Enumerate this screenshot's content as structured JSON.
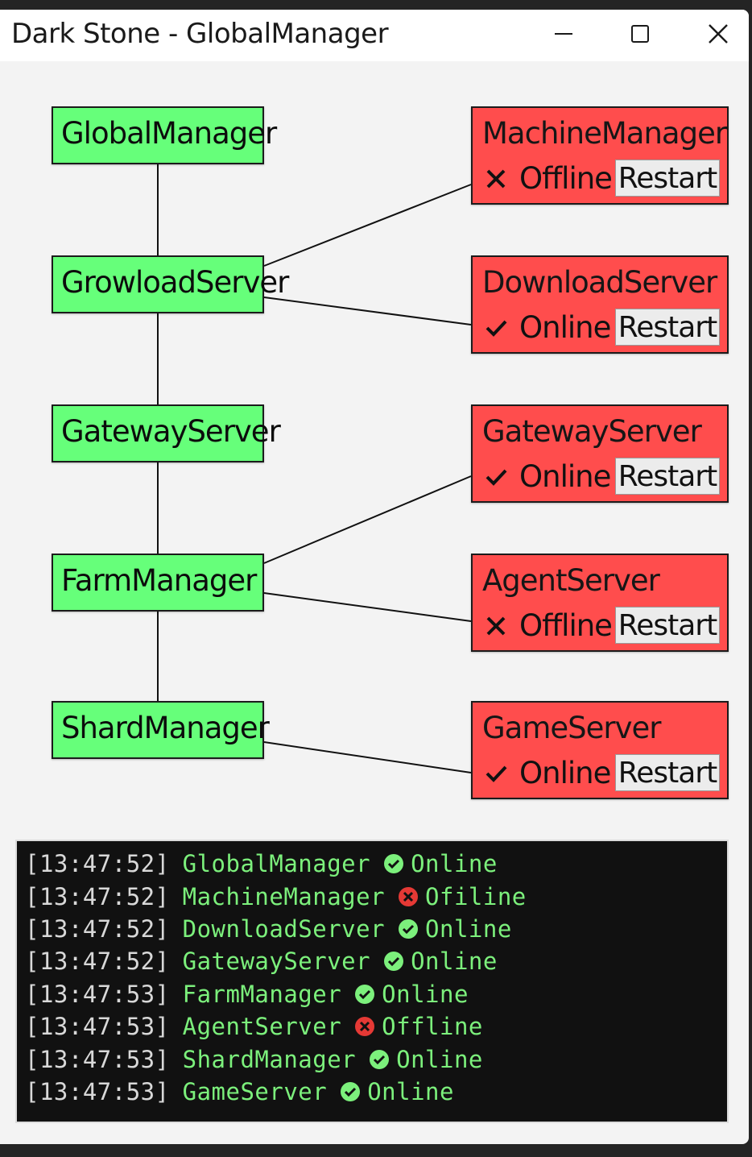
{
  "window": {
    "title": "Dark Stone - GlobalManager",
    "controls": [
      "minimize-icon",
      "maximize-icon",
      "close-icon"
    ]
  },
  "colors": {
    "left_node_bg": "#66ff7a",
    "right_node_bg": "#ff4d4d",
    "log_bg": "#111111",
    "log_text": "#7cf07c",
    "log_timestamp": "#d8d8d8",
    "online_icon": "#7cf07c",
    "offline_icon": "#e53935"
  },
  "left_nodes": [
    {
      "label": "GlobalManager"
    },
    {
      "label": "GrowloadServer"
    },
    {
      "label": "GatewayServer"
    },
    {
      "label": "FarmManager"
    },
    {
      "label": "ShardManager"
    }
  ],
  "right_nodes": [
    {
      "label": "MachineManager",
      "status": "Offline",
      "status_icon": "cross-icon",
      "restart_label": "Restart"
    },
    {
      "label": "DownloadServer",
      "status": "Online",
      "status_icon": "check-icon",
      "restart_label": "Restart"
    },
    {
      "label": "GatewayServer",
      "status": "Online",
      "status_icon": "check-icon",
      "restart_label": "Restart"
    },
    {
      "label": "AgentServer",
      "status": "Offline",
      "status_icon": "cross-icon",
      "restart_label": "Restart"
    },
    {
      "label": "GameServer",
      "status": "Online",
      "status_icon": "check-icon",
      "restart_label": "Restart"
    }
  ],
  "log": [
    {
      "time": "[13:47:52]",
      "name": "GlobalManager",
      "icon": "check-circle-icon",
      "status": "Online"
    },
    {
      "time": "[13:47:52]",
      "name": "MachineManager",
      "icon": "x-circle-icon",
      "status": "Ofiline"
    },
    {
      "time": "[13:47:52]",
      "name": "DownloadServer",
      "icon": "check-circle-icon",
      "status": "Online"
    },
    {
      "time": "[13:47:52]",
      "name": "GatewayServer",
      "icon": "check-circle-icon",
      "status": "Online"
    },
    {
      "time": "[13:47:53]",
      "name": "FarmManager",
      "icon": "check-circle-icon",
      "status": "Online"
    },
    {
      "time": "[13:47:53]",
      "name": "AgentServer",
      "icon": "x-circle-icon",
      "status": "Offline"
    },
    {
      "time": "[13:47:53]",
      "name": "ShardManager",
      "icon": "check-circle-icon",
      "status": "Online"
    },
    {
      "time": "[13:47:53]",
      "name": "GameServer",
      "icon": "check-circle-icon",
      "status": "Online"
    }
  ]
}
